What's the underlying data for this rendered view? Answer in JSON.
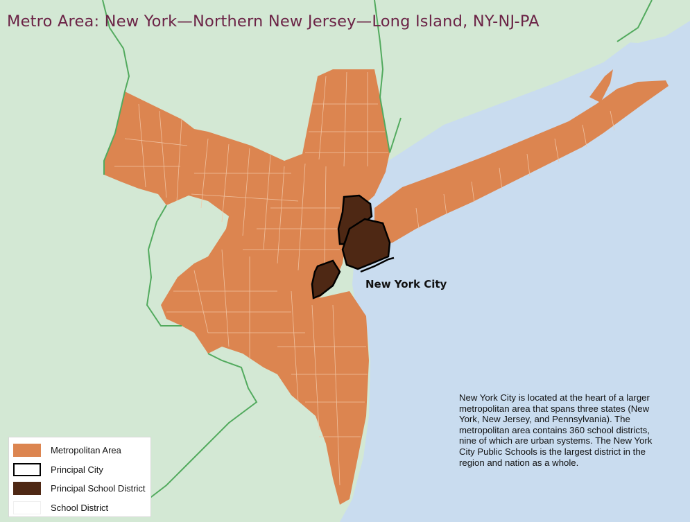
{
  "title": "Metro Area: New York—Northern New Jersey—Long Island, NY-NJ-PA",
  "city_label": "New York City",
  "legend": {
    "items": [
      {
        "label": "Metropolitan Area",
        "color": "#dc8550"
      },
      {
        "label": "Principal City",
        "color": "#ffffff"
      },
      {
        "label": "Principal School District",
        "color": "#4e2814"
      },
      {
        "label": "School District",
        "color": "#ffffff"
      }
    ]
  },
  "note": "New York City is located at the heart of a larger metropolitan area that spans three states (New York, New Jersey, and Pennsylvania). The metropolitan area contains 360 school districts, nine of which are urban systems. The New York City Public Schools is the largest district in the region and nation as a whole.",
  "colors": {
    "water": "#c9dcef",
    "land": "#d3e8d4",
    "state_border": "#52aa5e",
    "metro": "#dc8550",
    "district_lines": "#f2c8a8",
    "nyc": "#4e2814",
    "title": "#6b2346"
  }
}
